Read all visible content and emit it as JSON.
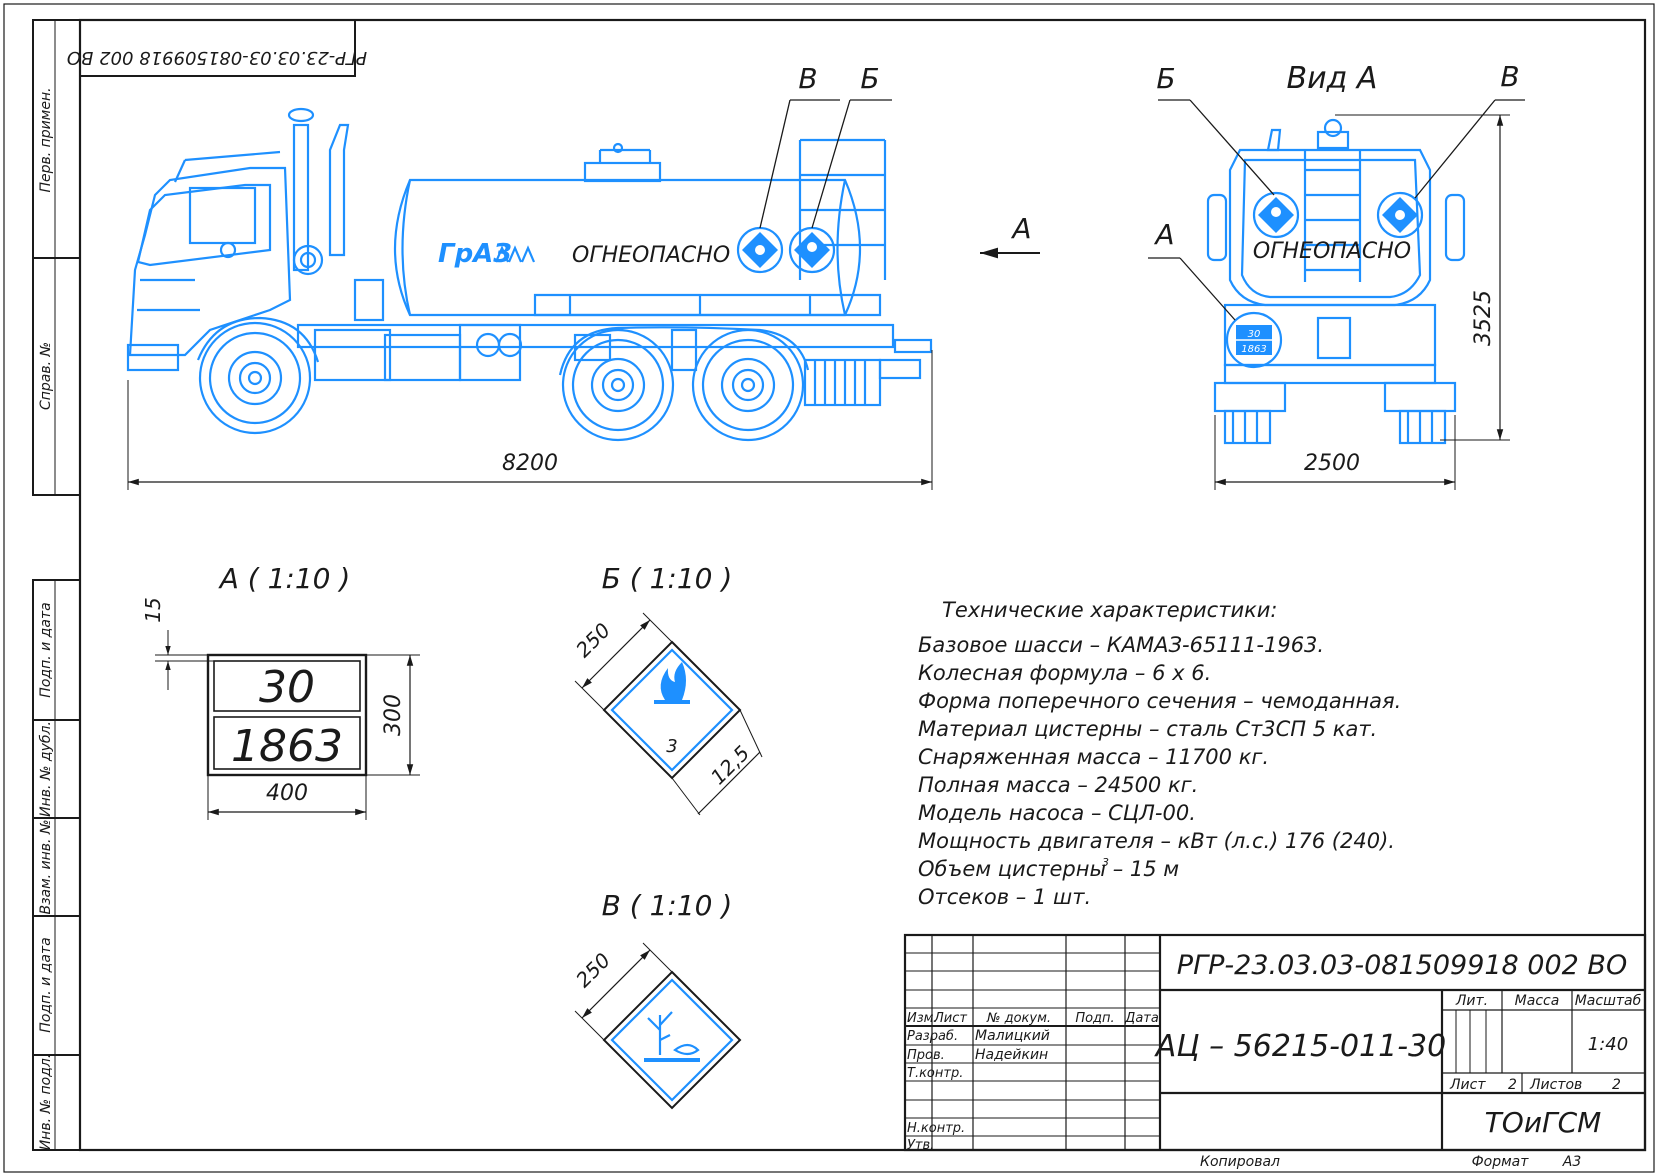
{
  "frame": {
    "side_labels": [
      "Перв. примен.",
      "Справ. №",
      "Подп. и дата",
      "Инв. № дубл.",
      "Взам. инв. №",
      "Подп. и дата",
      "Инв. № подл."
    ],
    "top_code_mirrored": "РГР-23.03.03-081509918 002 ВО"
  },
  "main_view": {
    "marker_v": "В",
    "marker_b": "Б",
    "view_arrow": "А",
    "logo_text": "ГрАЗ",
    "tank_label": "ОГНЕОПАСНО",
    "length_dim": "8200"
  },
  "rear_view": {
    "title": "Вид А",
    "marker_b": "Б",
    "marker_v": "В",
    "marker_a": "А",
    "tank_label": "ОГНЕОПАСНО",
    "plate_top": "30",
    "plate_bottom": "1863",
    "height_dim": "3525",
    "width_dim": "2500"
  },
  "detail_a": {
    "title": "А ( 1:10 )",
    "offset_dim": "15",
    "top_number": "30",
    "bottom_number": "1863",
    "height_dim": "300",
    "width_dim": "400"
  },
  "detail_b": {
    "title": "Б ( 1:10 )",
    "side_dim": "250",
    "class_number": "3",
    "border_dim": "12,5"
  },
  "detail_v": {
    "title": "В ( 1:10 )",
    "side_dim": "250"
  },
  "specs": {
    "heading": "Технические характеристики:",
    "lines": [
      "Базовое шасси – КАМАЗ-65111-1963.",
      "Колесная формула – 6 х 6.",
      "Форма поперечного сечения – чемоданная.",
      "Материал цистерны – сталь Ст3СП 5 кат.",
      "Снаряженная масса – 11700 кг.",
      "Полная масса – 24500 кг.",
      "Модель насоса – СЦЛ-00.",
      "Мощность двигателя – кВт (л.с.) 176 (240).",
      "Объем цистерны – 15 м",
      "Отсеков – 1 шт."
    ],
    "superscript": "3"
  },
  "title_block": {
    "doc_code": "РГР-23.03.03-081509918 002 ВО",
    "product_name": "АЦ – 56215-011-30",
    "col_headers": [
      "Изм.",
      "Лист",
      "№ докум.",
      "Подп.",
      "Дата"
    ],
    "row_labels": [
      "Разраб.",
      "Пров.",
      "Т.контр.",
      "Н.контр.",
      "Утв."
    ],
    "developer": "Малицкий",
    "checker": "Надейкин",
    "lit_header": "Лит.",
    "mass_header": "Масса",
    "scale_header": "Масштаб",
    "scale_value": "1:40",
    "sheet_label": "Лист",
    "sheet_value": "2",
    "sheets_label": "Листов",
    "sheets_value": "2",
    "organization": "ТОиГСМ"
  },
  "footer": {
    "copied_label": "Копировал",
    "format_label": "Формат",
    "format_value": "А3"
  },
  "colors": {
    "line": "#1a1a1a",
    "blue": "#1e90ff",
    "background": "#ffffff"
  }
}
